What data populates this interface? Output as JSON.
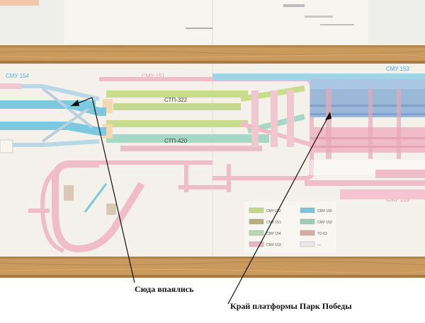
{
  "photo": {
    "track_labels": {
      "cmu_154": "СМУ 154",
      "cmu_151": "СМУ 151",
      "cmu_153": "СМУ 153",
      "cmu_155": "СМУ 155",
      "str_322": "СТП-322",
      "str_420": "СТП-420"
    },
    "legend": {
      "items": [
        {
          "label": "СМУ 152",
          "color": "#c6d98a"
        },
        {
          "label": "СМУ 151",
          "color": "#b8b07a"
        },
        {
          "label": "СМУ 154",
          "color": "#b9d6b0"
        },
        {
          "label": "СМУ 153",
          "color": "#e9b4c4"
        },
        {
          "label": "СМУ 155",
          "color": "#7cc3dd"
        },
        {
          "label": "СМУ 152",
          "color": "#9ccdb9"
        },
        {
          "label": "ТО 63",
          "color": "#d9a9a6"
        },
        {
          "label": "—",
          "color": "#e8e8e8"
        }
      ]
    },
    "colors": {
      "wood": "#c99a5c",
      "paper": "#f3f1ea",
      "pink": "#efbcc8",
      "blue": "#8ecfe0",
      "green": "#c8dc8a",
      "teal": "#8fd0c8",
      "steelblue": "#9ab8d8"
    }
  },
  "annotations": {
    "caption_left": "Сюда впаялись",
    "caption_right": "Край платформы Парк Победы"
  }
}
